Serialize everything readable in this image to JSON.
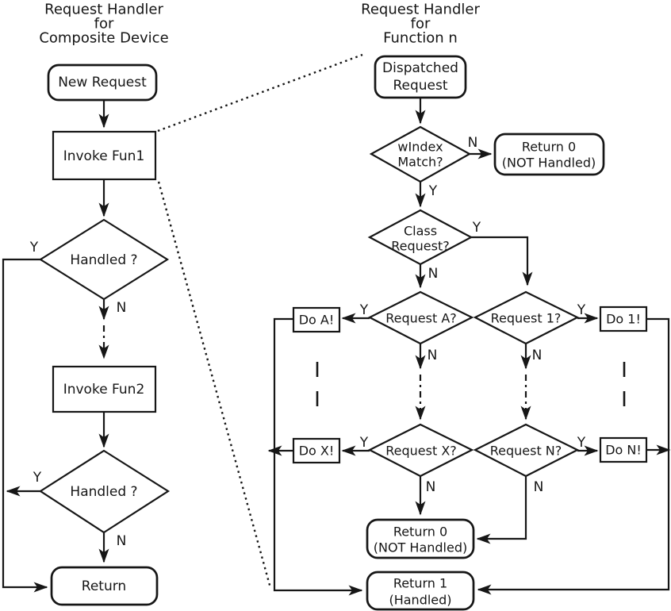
{
  "labels": {
    "yes": "Y",
    "no": "N"
  },
  "left_chart": {
    "title": [
      "Request Handler",
      "for",
      "Composite Device"
    ],
    "nodes": {
      "new_request": "New Request",
      "invoke_fun1": "Invoke Fun1",
      "handled_1": "Handled ?",
      "invoke_fun2": "Invoke Fun2",
      "handled_2": "Handled ?",
      "return_node": "Return"
    }
  },
  "right_chart": {
    "title": [
      "Request Handler",
      "for",
      "Function n"
    ],
    "nodes": {
      "dispatched_request": [
        "Dispatched",
        "Request"
      ],
      "windex_match": [
        "wIndex",
        "Match?"
      ],
      "return_0_top": [
        "Return 0",
        "(NOT Handled)"
      ],
      "class_request": [
        "Class",
        "Request?"
      ],
      "request_a": "Request A?",
      "request_1": "Request 1?",
      "do_a": "Do A!",
      "do_1": "Do 1!",
      "request_x": "Request X?",
      "request_n": "Request N?",
      "do_x": "Do X!",
      "do_n": "Do N!",
      "return_0_bottom": [
        "Return 0",
        "(NOT Handled)"
      ],
      "return_1": [
        "Return 1",
        "(Handled)"
      ]
    }
  }
}
